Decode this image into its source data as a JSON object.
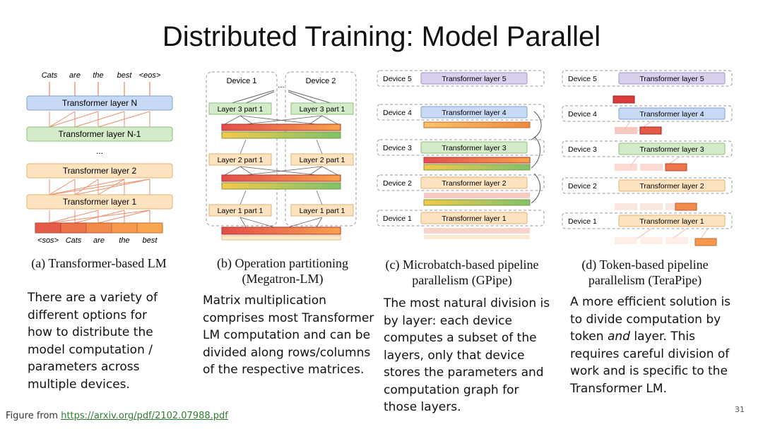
{
  "title": "Distributed Training: Model Parallel",
  "panels": {
    "a": {
      "caption": "(a) Transformer-based LM",
      "output_tokens": [
        "Cats",
        "are",
        "the",
        "best",
        "<eos>"
      ],
      "input_tokens": [
        "<sos>",
        "Cats",
        "are",
        "the",
        "best"
      ],
      "layers": [
        "Transformer layer N",
        "Transformer layer N-1",
        "...",
        "Transformer layer 2",
        "Transformer layer 1"
      ]
    },
    "b": {
      "caption": "(b) Operation partitioning (Megatron-LM)",
      "device1": "Device 1",
      "device2": "Device 2",
      "ellipsis": "...",
      "layer3_left": "Layer 3 part 1",
      "layer3_right": "Layer 3 part 1",
      "layer2_left": "Layer 2 part 1",
      "layer2_right": "Layer 2 part 1",
      "layer1_left": "Layer 1 part 1",
      "layer1_right": "Layer 1 part 1"
    },
    "c": {
      "caption": "(c) Microbatch-based pipeline parallelism (GPipe)",
      "devices": [
        "Device 5",
        "Device 4",
        "Device 3",
        "Device 2",
        "Device 1"
      ],
      "layers": [
        "Transformer layer 5",
        "Transformer layer 4",
        "Transformer layer 3",
        "Transformer layer 2",
        "Transformer layer 1"
      ]
    },
    "d": {
      "caption": "(d) Token-based pipeline parallelism (TeraPipe)",
      "devices": [
        "Device 5",
        "Device 4",
        "Device 3",
        "Device 2",
        "Device 1"
      ],
      "layers": [
        "Transformer layer 5",
        "Transformer layer 4",
        "Transformer layer 3",
        "Transformer layer 2",
        "Transformer layer 1"
      ]
    }
  },
  "descriptions": {
    "a": "There are a variety of different options for how to distribute the model computation / parameters across multiple devices.",
    "b": "Matrix multiplication comprises most Transformer LM computation and can be divided along rows/columns of the respective matrices.",
    "c": "The most natural division is by layer: each device computes a subset of the layers, only that device stores the parameters and computation graph for those layers.",
    "d_before": "A more efficient solution is to divide computation by token ",
    "d_em": "and",
    "d_after": " layer. This requires careful division of work and is specific to the Transformer LM."
  },
  "footer": {
    "prefix": "Figure from ",
    "link": "https://arxiv.org/pdf/2102.07988.pdf"
  },
  "page_number": "31",
  "colors": {
    "blue_layer": "#c7d9f5",
    "green_layer": "#d4ebc9",
    "orange_layer": "#fde3c0",
    "purple_layer": "#d9d0ee",
    "arrow": "#e8825a"
  }
}
